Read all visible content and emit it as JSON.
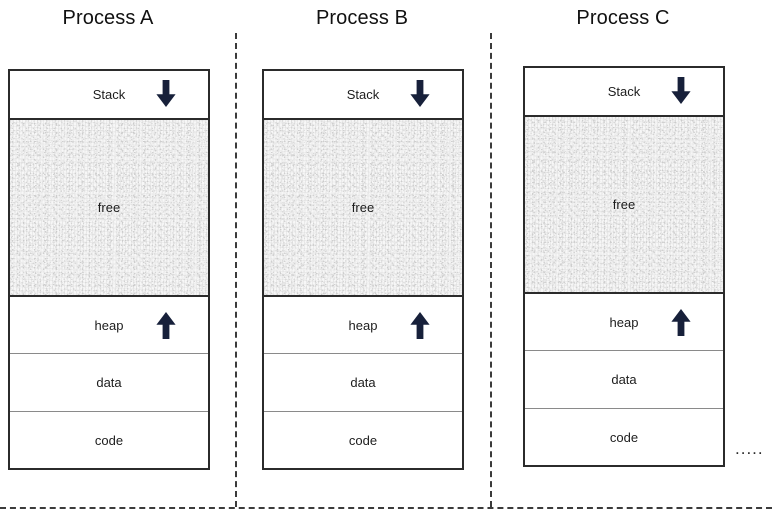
{
  "diagram": {
    "title_text_color": "#111111",
    "box_border_color": "#2b2b2b",
    "divider_color": "#8a8a8a",
    "dashed_separator_color": "#3b3b3b",
    "free_fill_color": "#f7f7f7",
    "arrow_color": "#17203a",
    "continuation_dots": "....."
  },
  "processes": [
    {
      "title": "Process A",
      "segments": [
        {
          "label": "Stack",
          "arrow": "down-arrow"
        },
        {
          "label": "free",
          "arrow": ""
        },
        {
          "label": "heap",
          "arrow": "up-arrow"
        },
        {
          "label": "data",
          "arrow": ""
        },
        {
          "label": "code",
          "arrow": ""
        }
      ]
    },
    {
      "title": "Process B",
      "segments": [
        {
          "label": "Stack",
          "arrow": "down-arrow"
        },
        {
          "label": "free",
          "arrow": ""
        },
        {
          "label": "heap",
          "arrow": "up-arrow"
        },
        {
          "label": "data",
          "arrow": ""
        },
        {
          "label": "code",
          "arrow": ""
        }
      ]
    },
    {
      "title": "Process C",
      "segments": [
        {
          "label": "Stack",
          "arrow": "down-arrow"
        },
        {
          "label": "free",
          "arrow": ""
        },
        {
          "label": "heap",
          "arrow": "up-arrow"
        },
        {
          "label": "data",
          "arrow": ""
        },
        {
          "label": "code",
          "arrow": ""
        }
      ]
    }
  ]
}
